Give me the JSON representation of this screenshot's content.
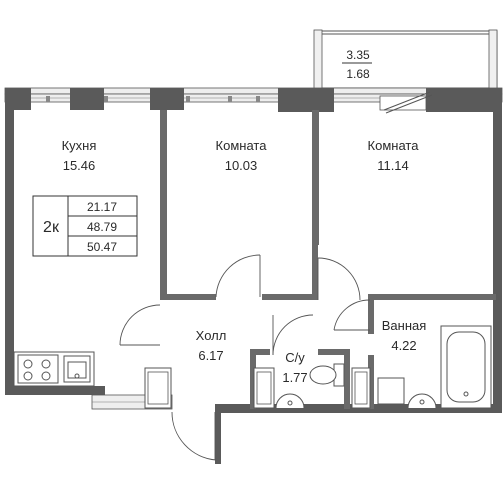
{
  "balcony": {
    "area_total": "3.35",
    "area_reduced": "1.68"
  },
  "rooms": [
    {
      "name": "Кухня",
      "area": "15.46"
    },
    {
      "name": "Комната",
      "area": "10.03"
    },
    {
      "name": "Комната",
      "area": "11.14"
    },
    {
      "name": "Холл",
      "area": "6.17"
    },
    {
      "name": "С/у",
      "area": "1.77"
    },
    {
      "name": "Ванная",
      "area": "4.22"
    }
  ],
  "summary": {
    "type_label": "2к",
    "living_area": "21.17",
    "total_area": "48.79",
    "total_with_balcony": "50.47"
  },
  "colors": {
    "wall": "#5a5a5a",
    "line": "#555555",
    "text": "#2a2a2a"
  }
}
